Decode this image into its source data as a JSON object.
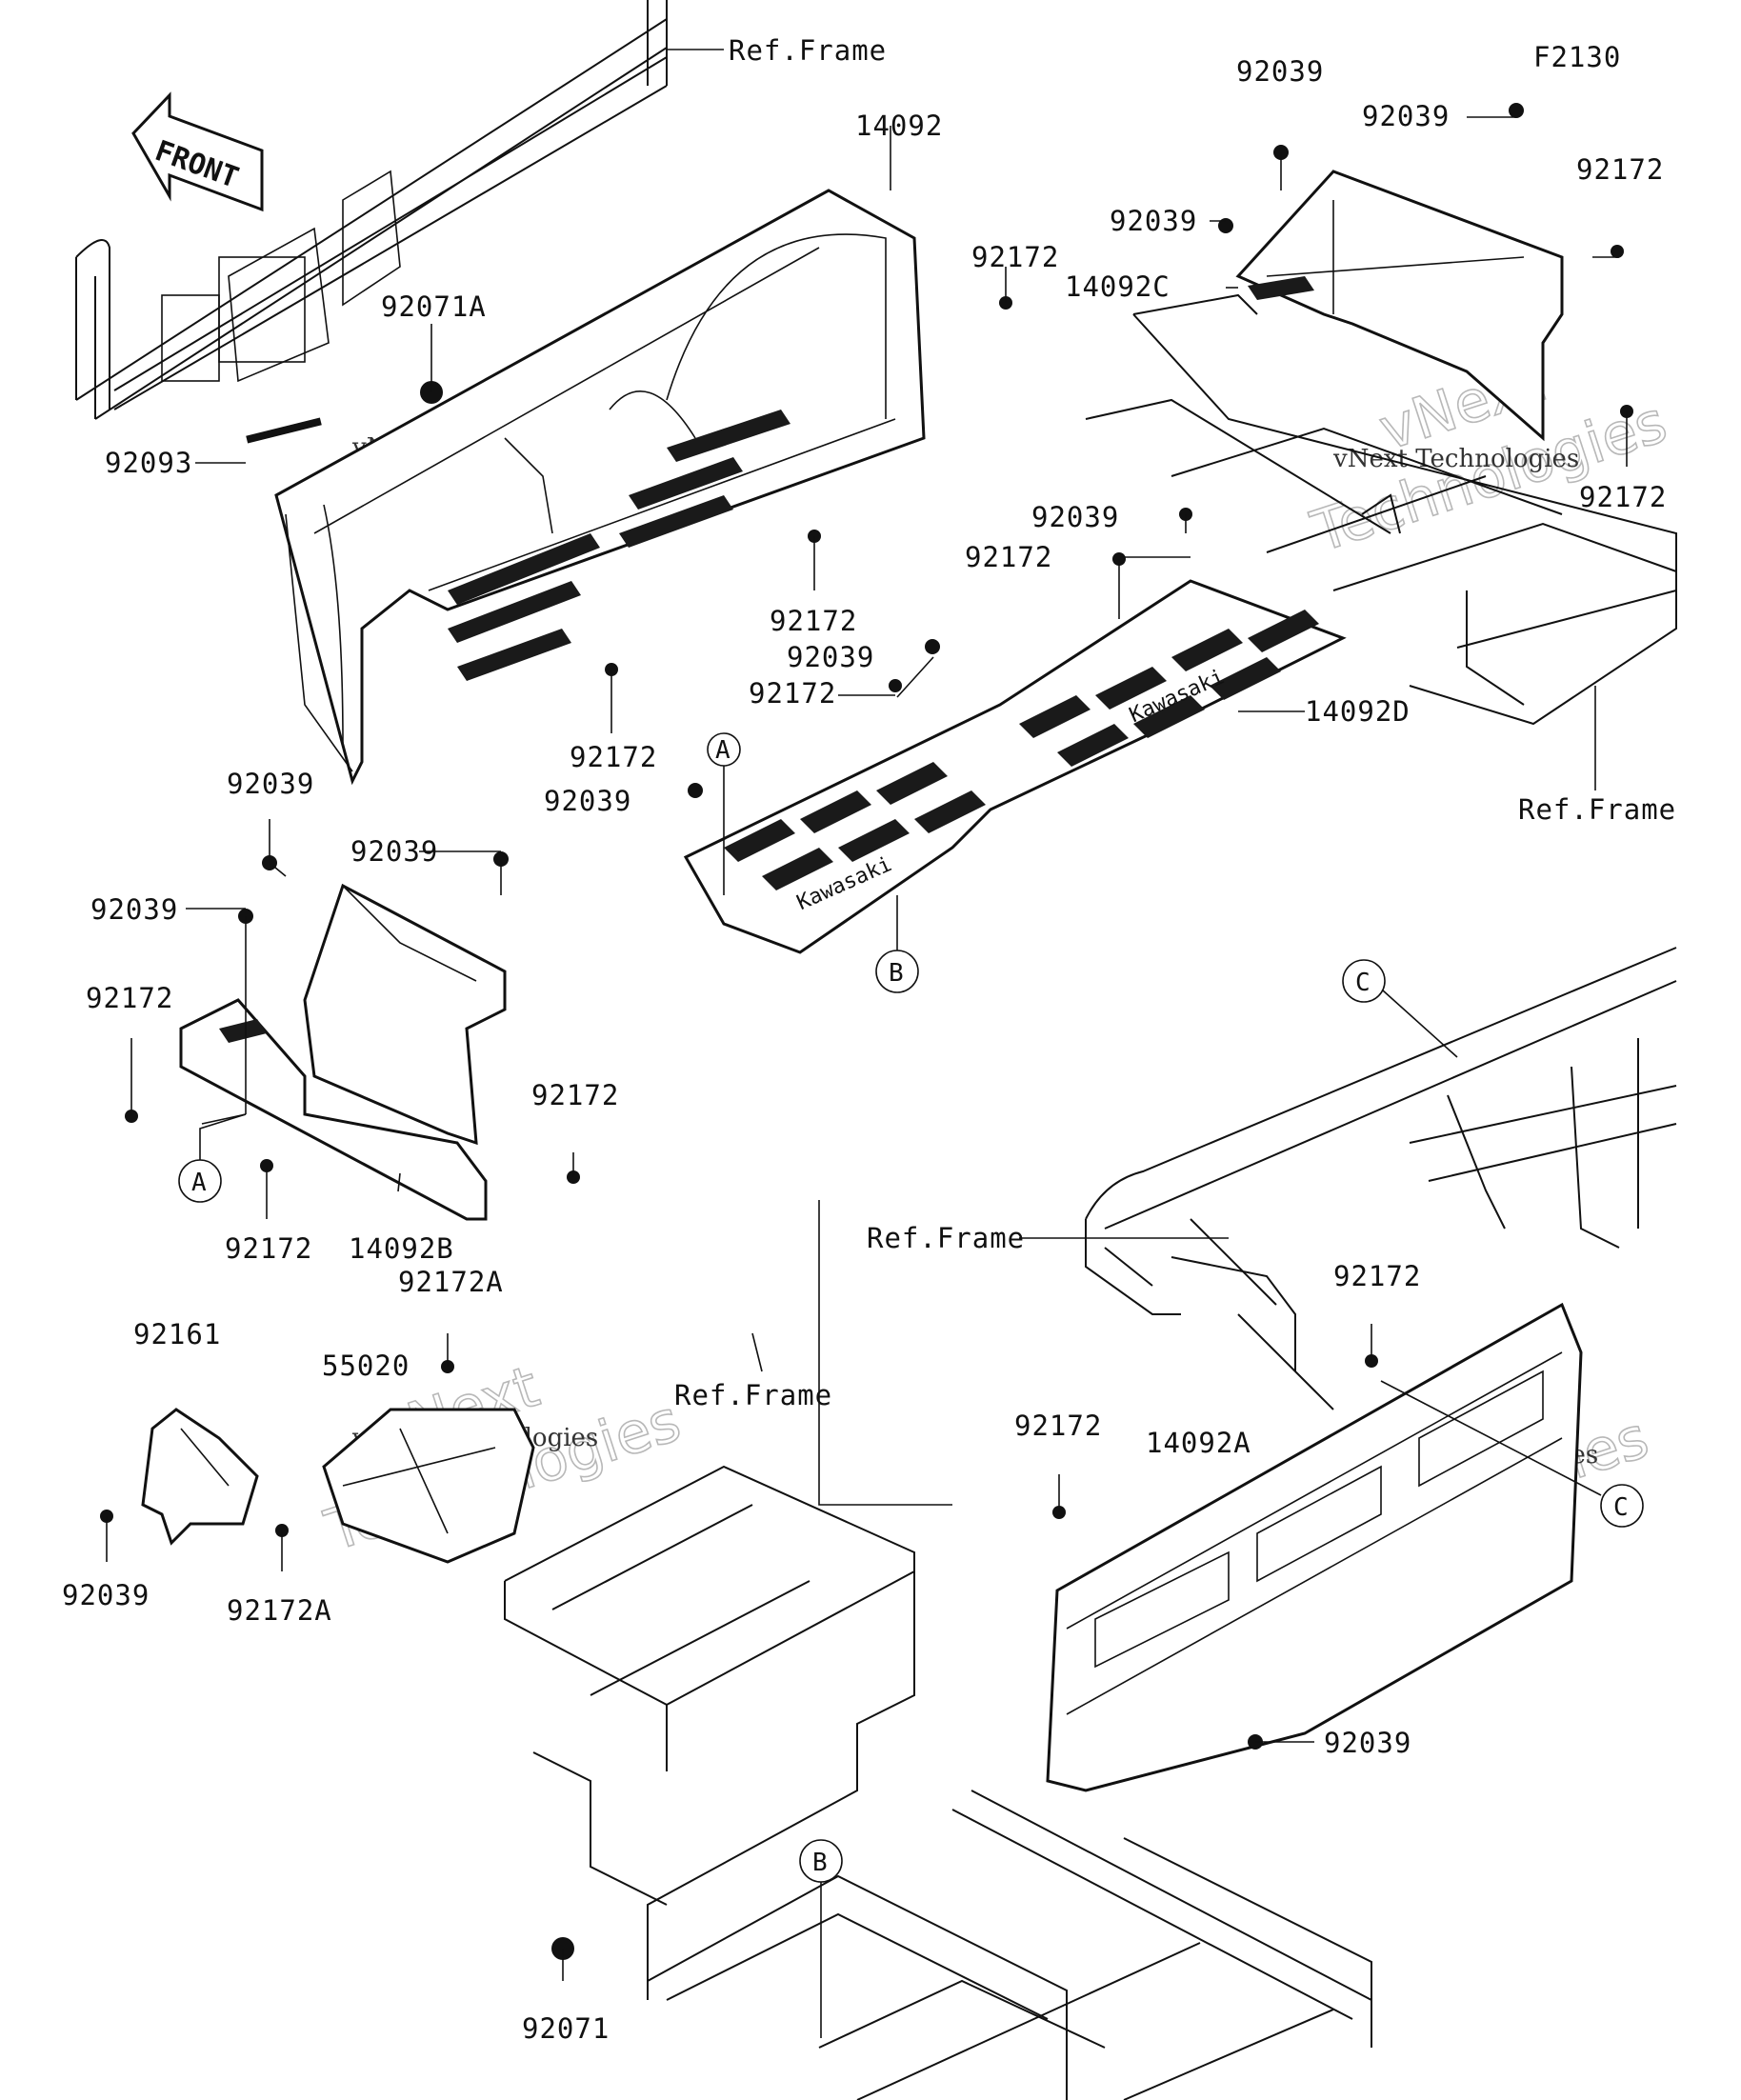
{
  "diagram": {
    "code": "F2130",
    "front_arrow": "FRONT",
    "ref_frame_label": "Ref.Frame",
    "watermark": {
      "brand": "vNext",
      "company": "Technologies",
      "full": "vNext Technologies"
    },
    "callouts": [
      "A",
      "B",
      "C"
    ],
    "labels": {
      "p14092": "14092",
      "p14092A": "14092A",
      "p14092B": "14092B",
      "p14092C": "14092C",
      "p14092D": "14092D",
      "p55020": "55020",
      "p92039": "92039",
      "p92071": "92071",
      "p92071A": "92071A",
      "p92093": "92093",
      "p92161": "92161",
      "p92172": "92172",
      "p92172A": "92172A"
    },
    "mat_brand": "Kawasaki"
  }
}
